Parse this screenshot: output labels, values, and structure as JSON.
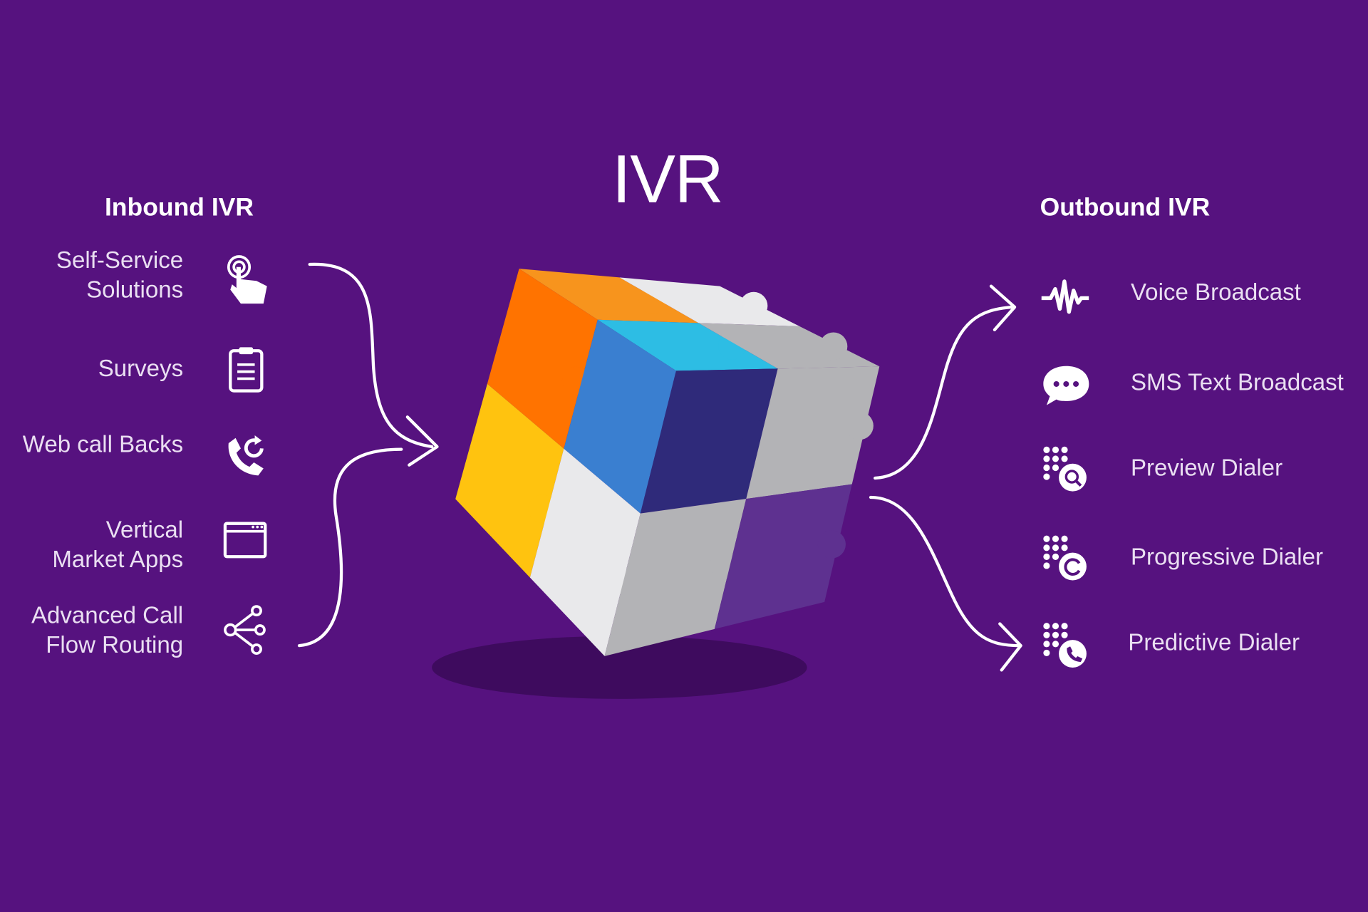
{
  "title": "IVR",
  "inbound": {
    "heading": "Inbound IVR",
    "items": [
      {
        "line1": "Self-Service",
        "line2": "Solutions",
        "icon": "touch-hand-icon"
      },
      {
        "line1": "Surveys",
        "line2": "",
        "icon": "clipboard-icon"
      },
      {
        "line1": "Web call Backs",
        "line2": "",
        "icon": "phone-callback-icon"
      },
      {
        "line1": "Vertical",
        "line2": "Market Apps",
        "icon": "app-window-icon"
      },
      {
        "line1": "Advanced Call",
        "line2": "Flow Routing",
        "icon": "share-routing-icon"
      }
    ]
  },
  "outbound": {
    "heading": "Outbound IVR",
    "items": [
      {
        "label": "Voice Broadcast",
        "icon": "sound-wave-icon"
      },
      {
        "label": "SMS Text Broadcast",
        "icon": "chat-bubble-icon"
      },
      {
        "label": "Preview Dialer",
        "icon": "dialpad-search-icon"
      },
      {
        "label": "Progressive Dialer",
        "icon": "dialpad-refresh-icon"
      },
      {
        "label": "Predictive Dialer",
        "icon": "dialpad-phone-icon"
      }
    ]
  },
  "colors": {
    "background": "#56127f",
    "orange": "#ff7300",
    "light_orange": "#f7941d",
    "cyan": "#2dbde4",
    "blue": "#3a7fd0",
    "navy": "#2f2a7a",
    "yellow": "#ffc30f",
    "white": "#e9e9eb",
    "gray": "#b3b3b6",
    "purple": "#5e3190"
  }
}
